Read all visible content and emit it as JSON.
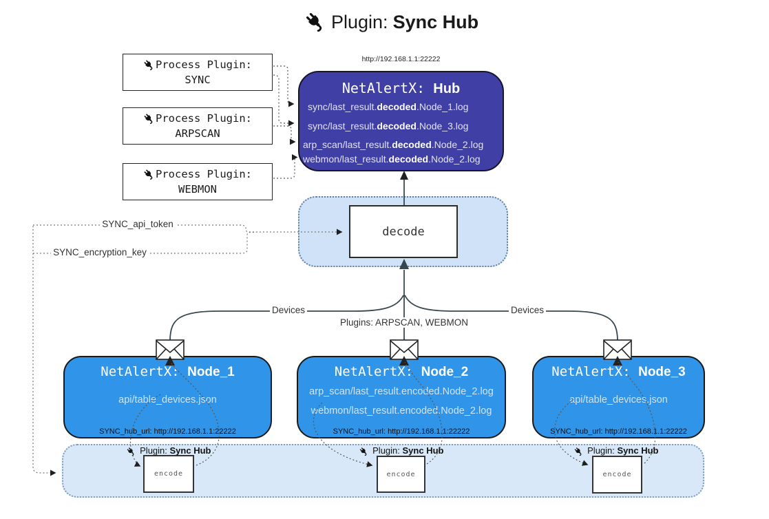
{
  "title": {
    "prefix": "Plugin:",
    "name": "Sync Hub"
  },
  "colors": {
    "hub_fill": "#3f3fa6",
    "node_fill": "#3094e8",
    "band_fill": "#d9e8f8",
    "decode_area_fill": "#cfe2f7"
  },
  "process_plugins": [
    {
      "prefix": "Process Plugin:",
      "name": "SYNC"
    },
    {
      "prefix": "Process Plugin:",
      "name": "ARPSCAN"
    },
    {
      "prefix": "Process Plugin:",
      "name": "WEBMON"
    }
  ],
  "hub": {
    "url": "http://192.168.1.1:22222",
    "name_prefix": "NetAlertX:",
    "name": "Hub",
    "logs": [
      {
        "pre": "sync/last_result.",
        "bold": "decoded",
        "post": ".Node_1.log"
      },
      {
        "pre": "sync/last_result.",
        "bold": "decoded",
        "post": ".Node_3.log"
      },
      {
        "pre": "arp_scan/last_result.",
        "bold": "decoded",
        "post": ".Node_2.log"
      },
      {
        "pre": "webmon/last_result.",
        "bold": "decoded",
        "post": ".Node_2.log"
      }
    ]
  },
  "decode": {
    "label": "decode"
  },
  "keys": {
    "api_token": "SYNC_api_token",
    "encryption_key": "SYNC_encryption_key"
  },
  "edges": {
    "left": "Devices",
    "center": "Plugins: ARPSCAN, WEBMON",
    "right": "Devices"
  },
  "nodes": [
    {
      "name_prefix": "NetAlertX:",
      "name": "Node_1",
      "files": [
        "api/table_devices.json"
      ],
      "hub_url": "SYNC_hub_url: http://192.168.1.1:22222"
    },
    {
      "name_prefix": "NetAlertX:",
      "name": "Node_2",
      "files": [
        "arp_scan/last_result.encoded.Node_2.log",
        "webmon/last_result.encoded.Node_2.log"
      ],
      "hub_url": "SYNC_hub_url: http://192.168.1.1:22222"
    },
    {
      "name_prefix": "NetAlertX:",
      "name": "Node_3",
      "files": [
        "api/table_devices.json"
      ],
      "hub_url": "SYNC_hub_url: http://192.168.1.1:22222"
    }
  ],
  "band": {
    "label_prefix": "Plugin:",
    "label_name": "Sync Hub",
    "encode_label": "encode"
  }
}
